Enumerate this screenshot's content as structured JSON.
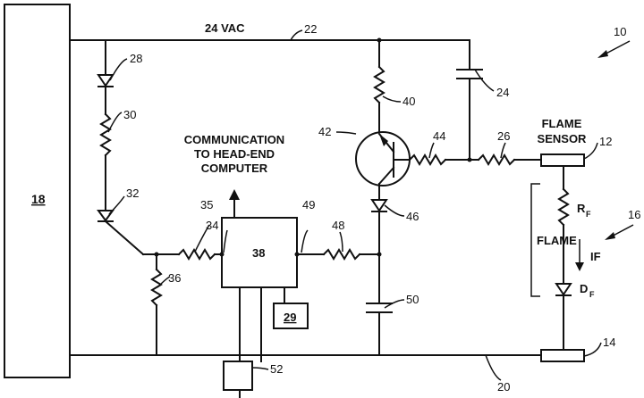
{
  "labels": {
    "supply": "24 VAC",
    "communication_line1": "COMMUNICATION",
    "communication_line2": "TO HEAD-END",
    "communication_line3": "COMPUTER",
    "flame_sensor_line1": "FLAME",
    "flame_sensor_line2": "SENSOR",
    "flame": "FLAME",
    "rf": "R",
    "rf_sub": "F",
    "df": "D",
    "df_sub": "F",
    "if": "IF"
  },
  "refs": {
    "r10": "10",
    "r12": "12",
    "r14": "14",
    "r16": "16",
    "r18": "18",
    "r20": "20",
    "r22": "22",
    "r24": "24",
    "r26": "26",
    "r28": "28",
    "r29": "29",
    "r30": "30",
    "r32": "32",
    "r34": "34",
    "r35": "35",
    "r36": "36",
    "r38": "38",
    "r40": "40",
    "r42": "42",
    "r44": "44",
    "r46": "46",
    "r48": "48",
    "r49": "49",
    "r50": "50",
    "r52": "52"
  }
}
